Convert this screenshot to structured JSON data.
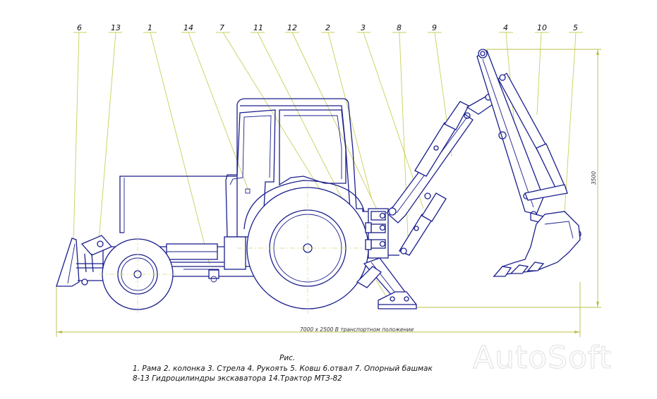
{
  "callouts": [
    "6",
    "13",
    "1",
    "14",
    "7",
    "11",
    "12",
    "2",
    "3",
    "8",
    "9",
    "4",
    "10",
    "5"
  ],
  "dimensions": {
    "overall": "7000 х 2500   В транспортном положении",
    "height": "3500"
  },
  "caption": {
    "title": "Рис.",
    "line1": "1. Рама  2. колонка  3. Стрела  4.  Рукоять  5. Ковш  6.отвал   7.   Опорный башмак",
    "line2": "8-13  Гидроцилиндры экскаватора  14.Трактор МТЗ-82"
  },
  "watermark": "AutoSoft"
}
